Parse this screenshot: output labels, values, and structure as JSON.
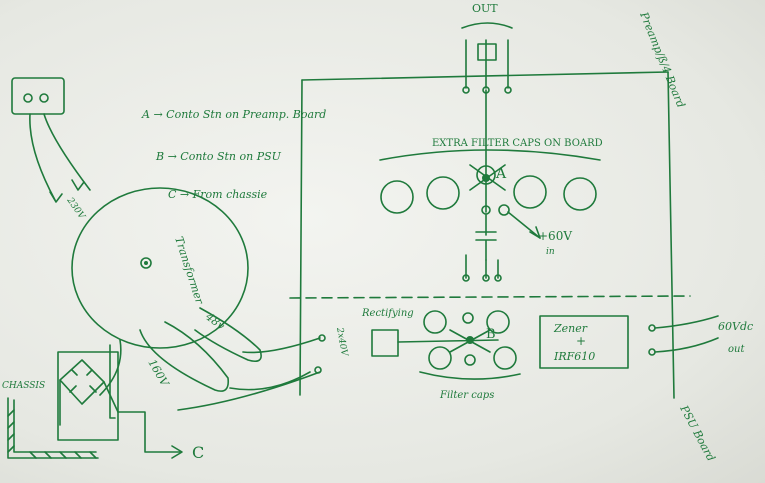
{
  "labels": {
    "out_top": "OUT",
    "preamp_board": "Preamp/ß/4 Board",
    "legend_a": "A → Conto Stn on Preamp. Board",
    "legend_b": "B → Conto Stn on PSU",
    "legend_c": "C → From chassie",
    "extra_caps": "EXTRA FILTER CAPS ON BOARD",
    "node_a": "A",
    "node_b": "B",
    "plus60": "+60V",
    "in": "in",
    "transformer": "Transformer",
    "v230": "230V",
    "v48": "48v",
    "v160": "160V",
    "rectifying": "Rectifying",
    "bridge_label": "2x40V",
    "filter_caps": "Filter caps",
    "zener_line1": "Zener",
    "zener_plus": "+",
    "zener_line2": "IRF610",
    "out_60vdc": "60Vdc",
    "out_right": "out",
    "psu_board": "PSU Board",
    "chassis": "CHASSIS",
    "node_c": "C"
  },
  "colors": {
    "ink": "#1f7a3c",
    "paper": "#eef0eb"
  }
}
